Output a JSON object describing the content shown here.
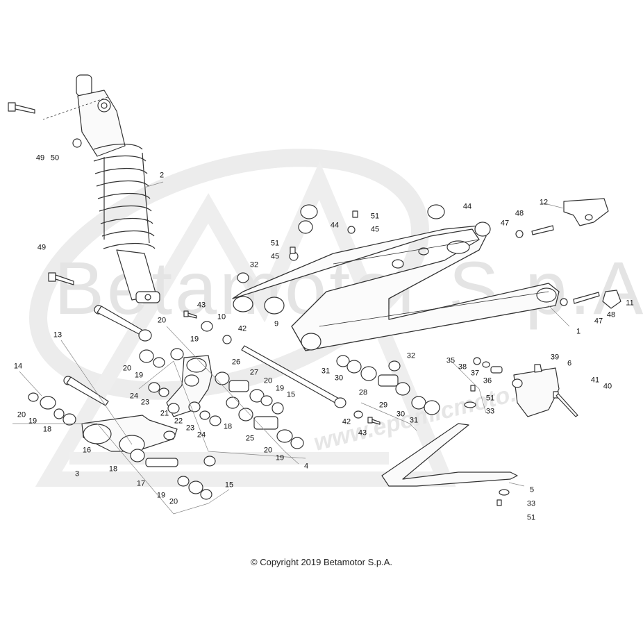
{
  "watermark": {
    "brand": "Betamotor S.p.A.",
    "site": "www.epomicmoto.fr"
  },
  "copyright": "© Copyright 2019 Betamotor S.p.A.",
  "callouts": {
    "c1": "1",
    "c2": "2",
    "c3": "3",
    "c4": "4",
    "c5": "5",
    "c6": "6",
    "c9": "9",
    "c10": "10",
    "c11": "11",
    "c12": "12",
    "c13": "13",
    "c14": "14",
    "c15a": "15",
    "c15b": "15",
    "c16": "16",
    "c17": "17",
    "c18a": "18",
    "c18b": "18",
    "c18c": "18",
    "c19a": "19",
    "c19b": "19",
    "c19c": "19",
    "c19d": "19",
    "c19e": "19",
    "c19f": "19",
    "c20a": "20",
    "c20b": "20",
    "c20c": "20",
    "c20d": "20",
    "c20e": "20",
    "c20f": "20",
    "c21": "21",
    "c22": "22",
    "c23a": "23",
    "c23b": "23",
    "c24a": "24",
    "c24b": "24",
    "c25": "25",
    "c26": "26",
    "c27": "27",
    "c28": "28",
    "c29": "29",
    "c30a": "30",
    "c30b": "30",
    "c31a": "31",
    "c31b": "31",
    "c32a": "32",
    "c32b": "32",
    "c33a": "33",
    "c33b": "33",
    "c35": "35",
    "c36": "36",
    "c37": "37",
    "c38": "38",
    "c39": "39",
    "c40": "40",
    "c41": "41",
    "c42a": "42",
    "c42b": "42",
    "c43a": "43",
    "c43b": "43",
    "c44a": "44",
    "c44b": "44",
    "c45a": "45",
    "c45b": "45",
    "c47a": "47",
    "c47b": "47",
    "c48a": "48",
    "c48b": "48",
    "c49a": "49",
    "c49b": "49",
    "c50": "50",
    "c51a": "51",
    "c51b": "51",
    "c51c": "51",
    "c51d": "51"
  }
}
